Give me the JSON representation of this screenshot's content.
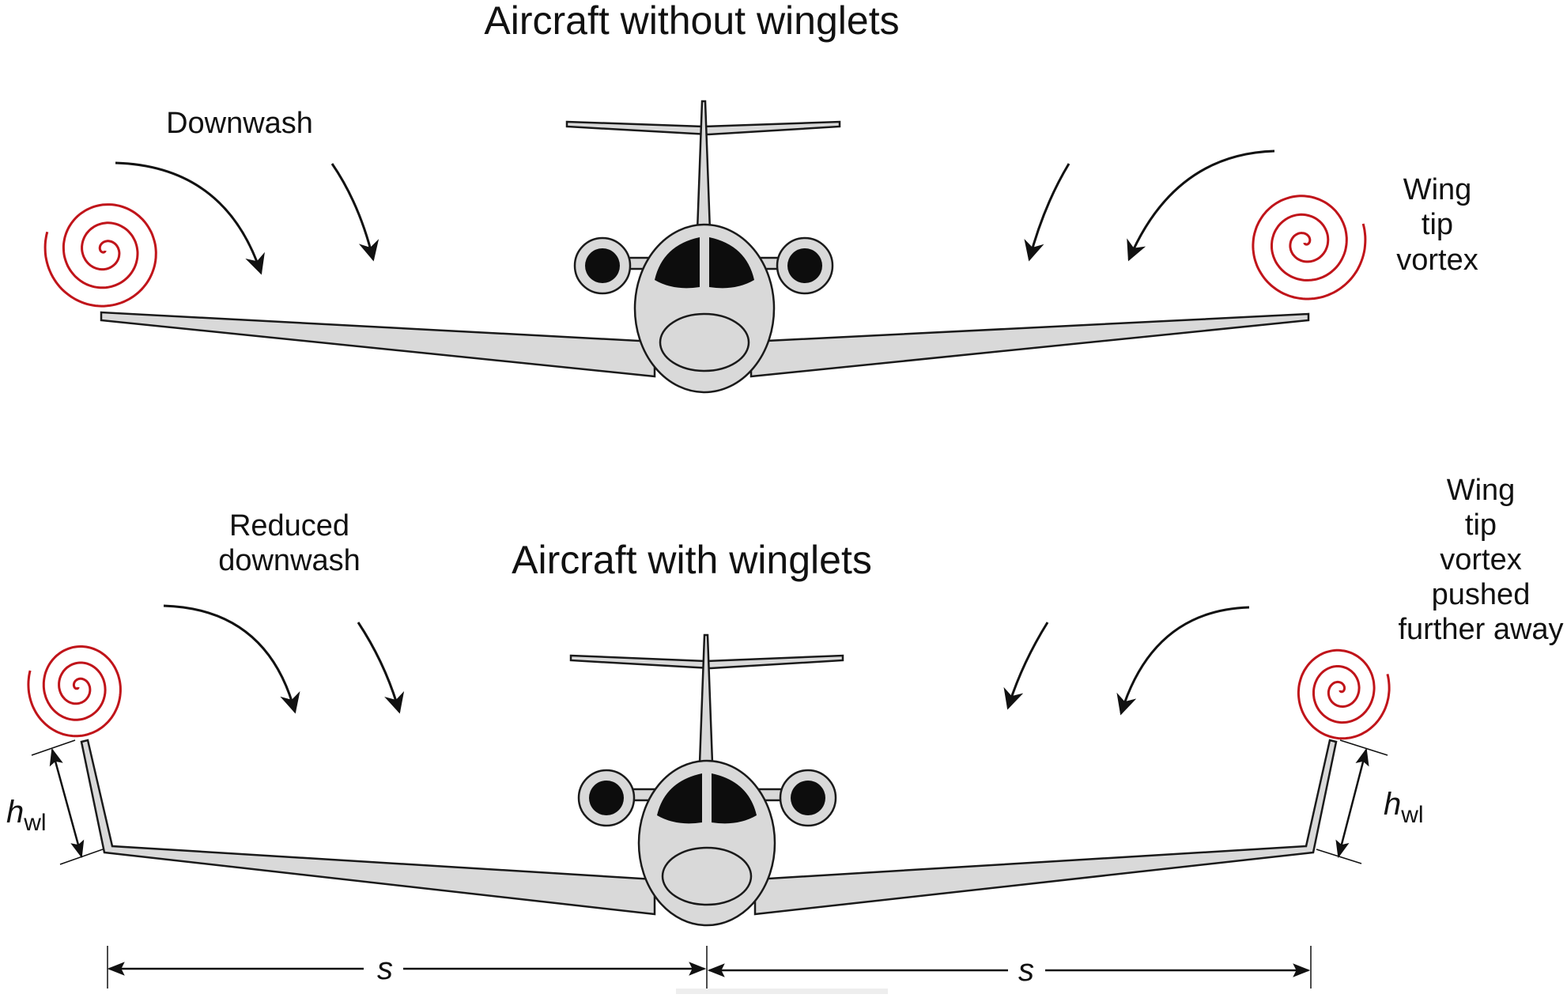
{
  "top_title": "Aircraft without winglets",
  "bottom_title": "Aircraft with winglets",
  "labels": {
    "downwash": "Downwash",
    "reduced_downwash": [
      "Reduced",
      "downwash"
    ],
    "vortex": [
      "Wing",
      "tip",
      "vortex"
    ],
    "vortex_pushed": [
      "Wing",
      "tip",
      "vortex",
      "pushed",
      "further away"
    ],
    "winglet_height_symbol": "h",
    "winglet_height_subscript": "wl",
    "semi_span": "s"
  },
  "colors": {
    "aircraft_fill": "#d9d9d9",
    "outline": "#1a1a1a",
    "engine_intake": "#0d0d0d",
    "vortex": "#c0141a",
    "arrow": "#111111",
    "background": "#ffffff"
  },
  "icons": {
    "vortex": "spiral-icon",
    "flow": "curved-arrow-icon",
    "dimension": "double-headed-arrow-icon"
  }
}
